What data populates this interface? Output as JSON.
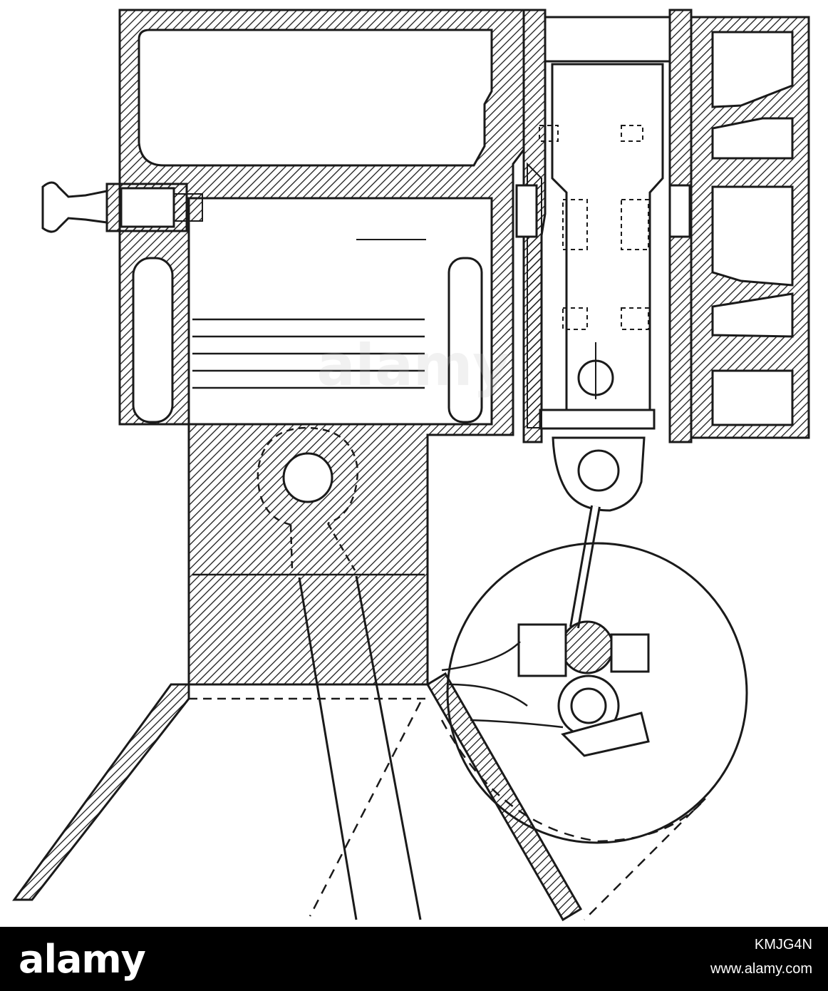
{
  "footer": {
    "brand": "alamy",
    "image_id": "KMJG4N",
    "site": "www.alamy.com"
  },
  "watermark": {
    "text": "alamy"
  },
  "colors": {
    "ink": "#1a1a1a",
    "paper": "#ffffff",
    "footer_bg": "#000000"
  }
}
